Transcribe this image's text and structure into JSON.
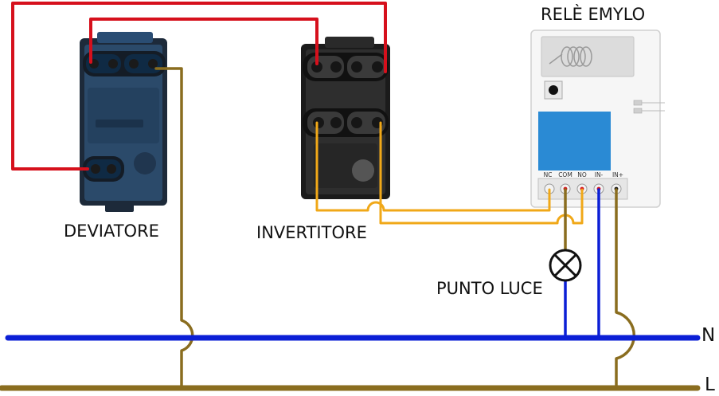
{
  "labels": {
    "deviatore": "DEVIATORE",
    "invertitore": "INVERTITORE",
    "rele": "RELÈ EMYLO",
    "punto_luce": "PUNTO LUCE",
    "neutral": "N",
    "line": "L"
  },
  "relay_terminals": [
    "NC",
    "COM",
    "NO",
    "IN-",
    "IN+"
  ],
  "wire_colors": {
    "red": "#d6101c",
    "orange": "#f0a818",
    "brown": "#8a6d1f",
    "blue": "#0b1fd6",
    "relay_screen": "#2a8ad4"
  },
  "icons": {
    "lamp": "lamp-cross-icon",
    "relay_button": "push-button-icon",
    "relay_antenna": "coil-antenna-icon"
  }
}
